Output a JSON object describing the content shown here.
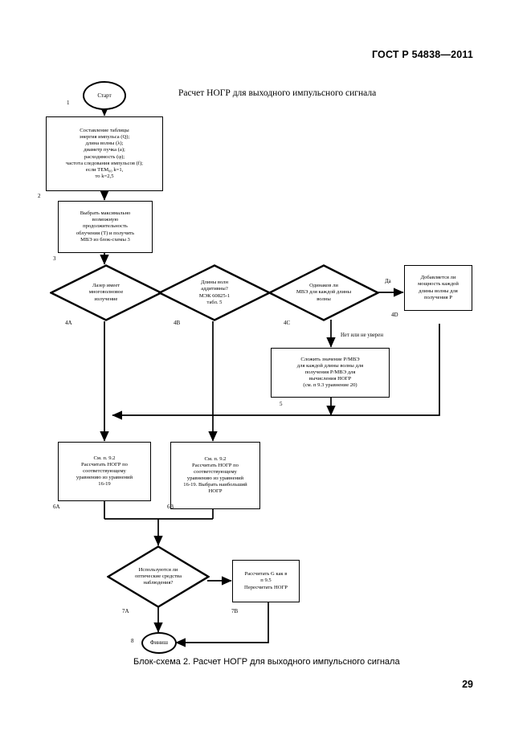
{
  "document": {
    "standard_header": "ГОСТ Р 54838—2011",
    "page_number": "29",
    "chart_title": "Расчет НОГР для выходного импульсного сигнала",
    "caption": "Блок-схема 2. Расчет НОГР для выходного импульсного сигнала"
  },
  "flowchart": {
    "nodes": {
      "start": {
        "tag": "1",
        "label": "Старт"
      },
      "finish": {
        "tag": "8",
        "label": "Финиш"
      },
      "box1": {
        "tag": "2",
        "lines": [
          "Составление таблицы",
          "энергия импульса (Q);",
          "длина волны (λ);",
          "диаметр пучка (a);",
          "расходимость (φ);",
          "частота следования импульсов (f);",
          "если TEM₀₀ k=1,",
          "то k=2,5"
        ]
      },
      "box2": {
        "tag": "3",
        "lines": [
          "Выбрать максимально",
          "возможную",
          "продолжительность",
          "облучения (T)  и получить",
          "МВЭ из блок-схемы 3"
        ]
      },
      "d4a": {
        "tag": "4A",
        "lines": [
          "Лазер имеет",
          "многоволновое",
          "излучение"
        ]
      },
      "d4b": {
        "tag": "4B",
        "lines": [
          "Длины волн",
          "аддитивны?",
          "МЭК 60825-1",
          "табл. 5"
        ]
      },
      "d4c": {
        "tag": "4C",
        "lines": [
          "Одинаков ли",
          "МВЭ  для каждой длины",
          "волны"
        ]
      },
      "box4d": {
        "tag": "4D",
        "lines": [
          "Добавляется ли",
          "мощность каждой",
          "длины волны для",
          "получения P"
        ]
      },
      "box5": {
        "tag": "5",
        "lines": [
          "Сложить значение P/МВЭ",
          "для каждой длины волны для",
          "получения P/МВЭ для",
          "вычисления НОГР",
          "(см. п 9.3 уравнение 20)"
        ]
      },
      "box6a": {
        "tag": "6A",
        "lines": [
          "См. п. 9.2",
          "Рассчитать НОГР по",
          "соответствующему",
          "уравнению из уравнений",
          "16-19"
        ]
      },
      "box6b": {
        "tag": "6B",
        "lines": [
          "См. п. 9.2",
          "Рассчитать НОГР по",
          "соответствующему",
          "уравнению из уравнений",
          "16-19. Выбрать наибольший",
          "НОГР"
        ]
      },
      "d7a": {
        "tag": "7A",
        "lines": [
          "Используются ли",
          "оптические средства",
          "наблюдения?"
        ]
      },
      "box7b": {
        "tag": "7B",
        "lines": [
          "Рассчитать G как в",
          "п  9.5",
          "Пересчитать НОГР"
        ]
      }
    },
    "edge_labels": {
      "yes_4c": "Да",
      "no_or_unsure_4c": "Нет или не уверен"
    },
    "colors": {
      "stroke": "#000000",
      "background": "#ffffff"
    }
  }
}
